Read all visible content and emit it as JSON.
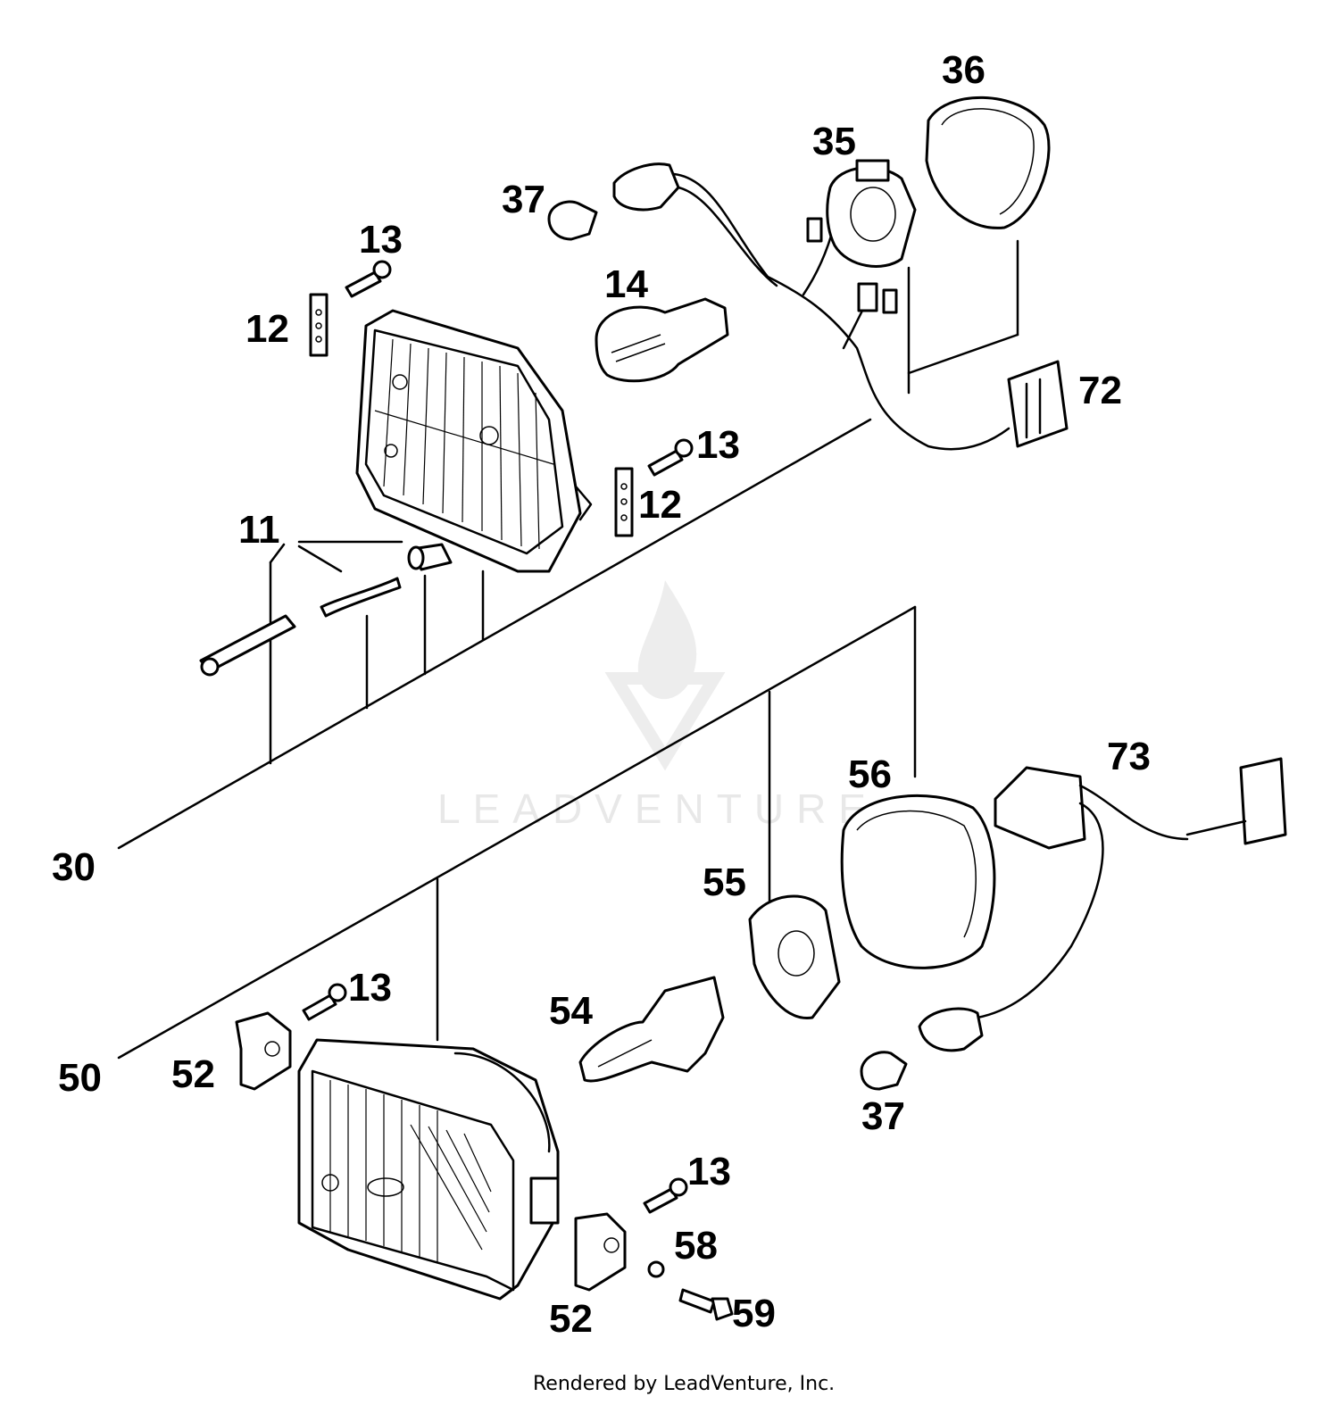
{
  "callouts": {
    "c36": "36",
    "c35": "35",
    "c37_top": "37",
    "c13_top": "13",
    "c14": "14",
    "c12_left": "12",
    "c72": "72",
    "c13_mid": "13",
    "c12_mid": "12",
    "c11": "11",
    "c30": "30",
    "c56": "56",
    "c73": "73",
    "c55": "55",
    "c13_low": "13",
    "c54": "54",
    "c50": "50",
    "c52_left": "52",
    "c37_low": "37",
    "c13_bottom": "13",
    "c58": "58",
    "c52_bottom": "52",
    "c59": "59"
  },
  "watermark": {
    "text": "LEADVENTURE"
  },
  "footer": {
    "text": "Rendered by LeadVenture, Inc."
  }
}
